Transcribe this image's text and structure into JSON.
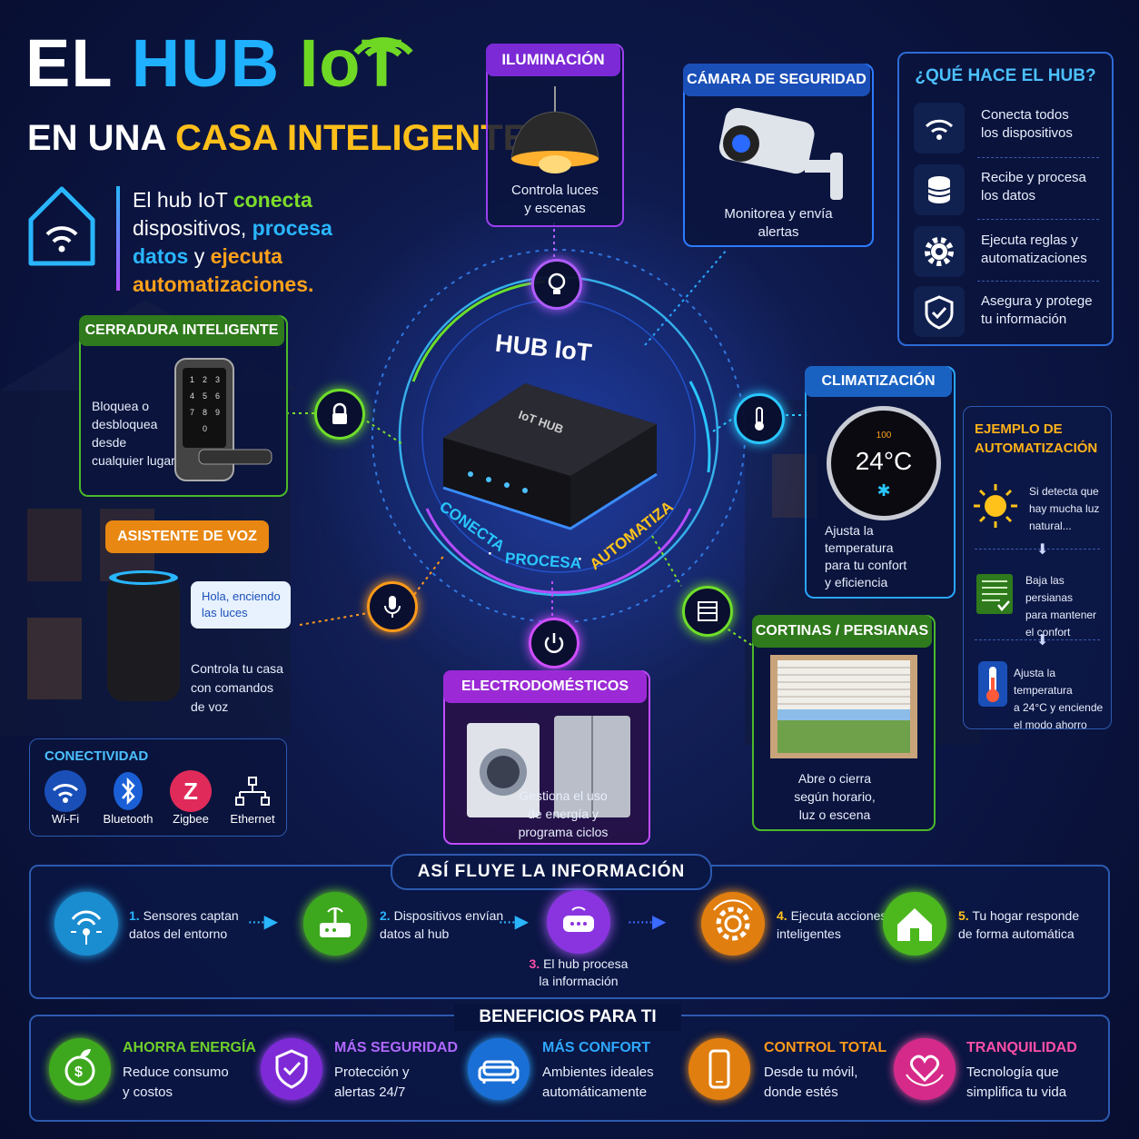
{
  "title": {
    "line1_a": "EL",
    "line1_b": "HUB",
    "line1_c": "IoT",
    "line2_a": "EN UNA",
    "line2_b": "CASA INTELIGENTE"
  },
  "intro": {
    "t1": "El hub IoT ",
    "t2": "conecta",
    "t3": "dispositivos, ",
    "t4": "procesa",
    "t5": "datos",
    "t6": " y ",
    "t7": "ejecuta",
    "t8": "automatizaciones."
  },
  "hub": {
    "label": "HUB IoT",
    "device_label": "IoT HUB",
    "ring_conecta": "CONECTA",
    "ring_procesa": "PROCESA",
    "ring_automatiza": "AUTOMATIZA",
    "dot": "·"
  },
  "devices": {
    "iluminacion": {
      "title": "ILUMINACIÓN",
      "desc": [
        "Controla luces",
        "y escenas"
      ]
    },
    "camara": {
      "title": "CÁMARA DE SEGURIDAD",
      "desc": [
        "Monitorea y envía",
        "alertas"
      ]
    },
    "cerradura": {
      "title": "CERRADURA INTELIGENTE",
      "desc": [
        "Bloquea o",
        "desbloquea",
        "desde",
        "cualquier lugar"
      ]
    },
    "climatizacion": {
      "title": "CLIMATIZACIÓN",
      "desc": [
        "Ajusta la",
        "temperatura",
        "para tu confort",
        "y eficiencia"
      ],
      "thermostat_small": "100",
      "thermostat_temp": "24°C"
    },
    "asistente": {
      "title": "ASISTENTE DE VOZ",
      "bubble": [
        "Hola, enciendo",
        "las luces"
      ],
      "desc": [
        "Controla tu casa",
        "con comandos",
        "de voz"
      ]
    },
    "electro": {
      "title": "ELECTRODOMÉSTICOS",
      "desc": [
        "Gestiona el uso",
        "de energía y",
        "programa ciclos"
      ]
    },
    "cortinas": {
      "title": "CORTINAS / PERSIANAS",
      "desc": [
        "Abre o cierra",
        "según horario,",
        "luz o escena"
      ]
    }
  },
  "que_hace": {
    "title": "¿QUÉ HACE EL HUB?",
    "items": [
      {
        "icon": "wifi-icon",
        "text": [
          "Conecta todos",
          "los dispositivos"
        ]
      },
      {
        "icon": "database-icon",
        "text": [
          "Recibe y procesa",
          "los datos"
        ]
      },
      {
        "icon": "gear-icon",
        "text": [
          "Ejecuta reglas y",
          "automatizaciones"
        ]
      },
      {
        "icon": "shield-check-icon",
        "text": [
          "Asegura y protege",
          "tu información"
        ]
      }
    ]
  },
  "ejemplo": {
    "title": [
      "EJEMPLO DE",
      "AUTOMATIZACIÓN"
    ],
    "steps": [
      {
        "icon": "sun-icon",
        "text": [
          "Si detecta que",
          "hay mucha luz",
          "natural..."
        ]
      },
      {
        "icon": "blinds-icon",
        "text": [
          "Baja las persianas",
          "para mantener",
          "el confort"
        ]
      },
      {
        "icon": "thermometer-icon",
        "text": [
          "Ajusta la temperatura",
          "a 24°C y enciende",
          "el modo ahorro"
        ]
      }
    ]
  },
  "conectividad": {
    "title": "CONECTIVIDAD",
    "items": [
      "Wi-Fi",
      "Bluetooth",
      "Zigbee",
      "Ethernet"
    ],
    "zigbee_glyph": "Z"
  },
  "flujo": {
    "title": "ASÍ FLUYE LA INFORMACIÓN",
    "steps": [
      {
        "num": "1.",
        "text": [
          "Sensores captan",
          "datos del entorno"
        ],
        "color": "#1fa6e0"
      },
      {
        "num": "2.",
        "text": [
          "Dispositivos envían",
          "datos al hub"
        ],
        "color": "#4cc21f"
      },
      {
        "num": "3.",
        "text": [
          "El hub procesa",
          "la información"
        ],
        "color": "#9b3ff0"
      },
      {
        "num": "4.",
        "text": [
          "Ejecuta acciones",
          "inteligentes"
        ],
        "color": "#f28a0f"
      },
      {
        "num": "5.",
        "text": [
          "Tu hogar responde",
          "de forma automática"
        ],
        "color": "#5cc81e"
      }
    ]
  },
  "beneficios": {
    "title": "BENEFICIOS PARA TI",
    "items": [
      {
        "title": "AHORRA ENERGÍA",
        "text": [
          "Reduce consumo",
          "y costos"
        ],
        "color": "#6fcf2a"
      },
      {
        "title": "MÁS SEGURIDAD",
        "text": [
          "Protección y",
          "alertas 24/7"
        ],
        "color": "#a34dff"
      },
      {
        "title": "MÁS CONFORT",
        "text": [
          "Ambientes ideales",
          "automáticamente"
        ],
        "color": "#2ea8ff"
      },
      {
        "title": "CONTROL TOTAL",
        "text": [
          "Desde tu móvil,",
          "donde estés"
        ],
        "color": "#ff9a1a"
      },
      {
        "title": "TRANQUILIDAD",
        "text": [
          "Tecnología que",
          "simplifica tu vida"
        ],
        "color": "#ff4fa8"
      }
    ]
  }
}
